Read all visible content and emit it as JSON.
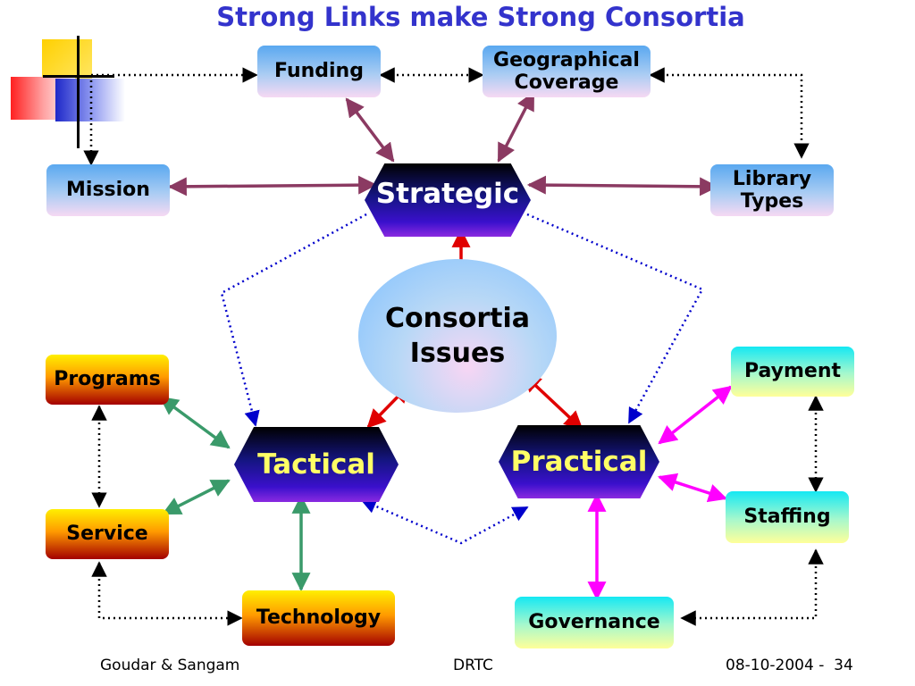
{
  "title": "Strong Links make Strong Consortia",
  "nodes": {
    "funding": "Funding",
    "geo_line1": "Geographical",
    "geo_line2": "Coverage",
    "mission": "Mission",
    "strategic": "Strategic",
    "library_line1": "Library",
    "library_line2": "Types",
    "center_line1": "Consortia",
    "center_line2": "Issues",
    "programs": "Programs",
    "tactical": "Tactical",
    "practical": "Practical",
    "payment": "Payment",
    "service": "Service",
    "staffing": "Staffing",
    "technology": "Technology",
    "governance": "Governance"
  },
  "footer": {
    "left": "Goudar & Sangam",
    "center": "DRTC",
    "right": "08-10-2004 -  34"
  },
  "colors": {
    "title": "#3333cc",
    "strategic_arrows": "#8b3a62",
    "center_arrows": "#e00000",
    "tactical_arrows": "#3a9a6a",
    "practical_arrows": "#ff00ff",
    "dotted_blue": "#0000cc",
    "dotted_black": "#000000"
  }
}
